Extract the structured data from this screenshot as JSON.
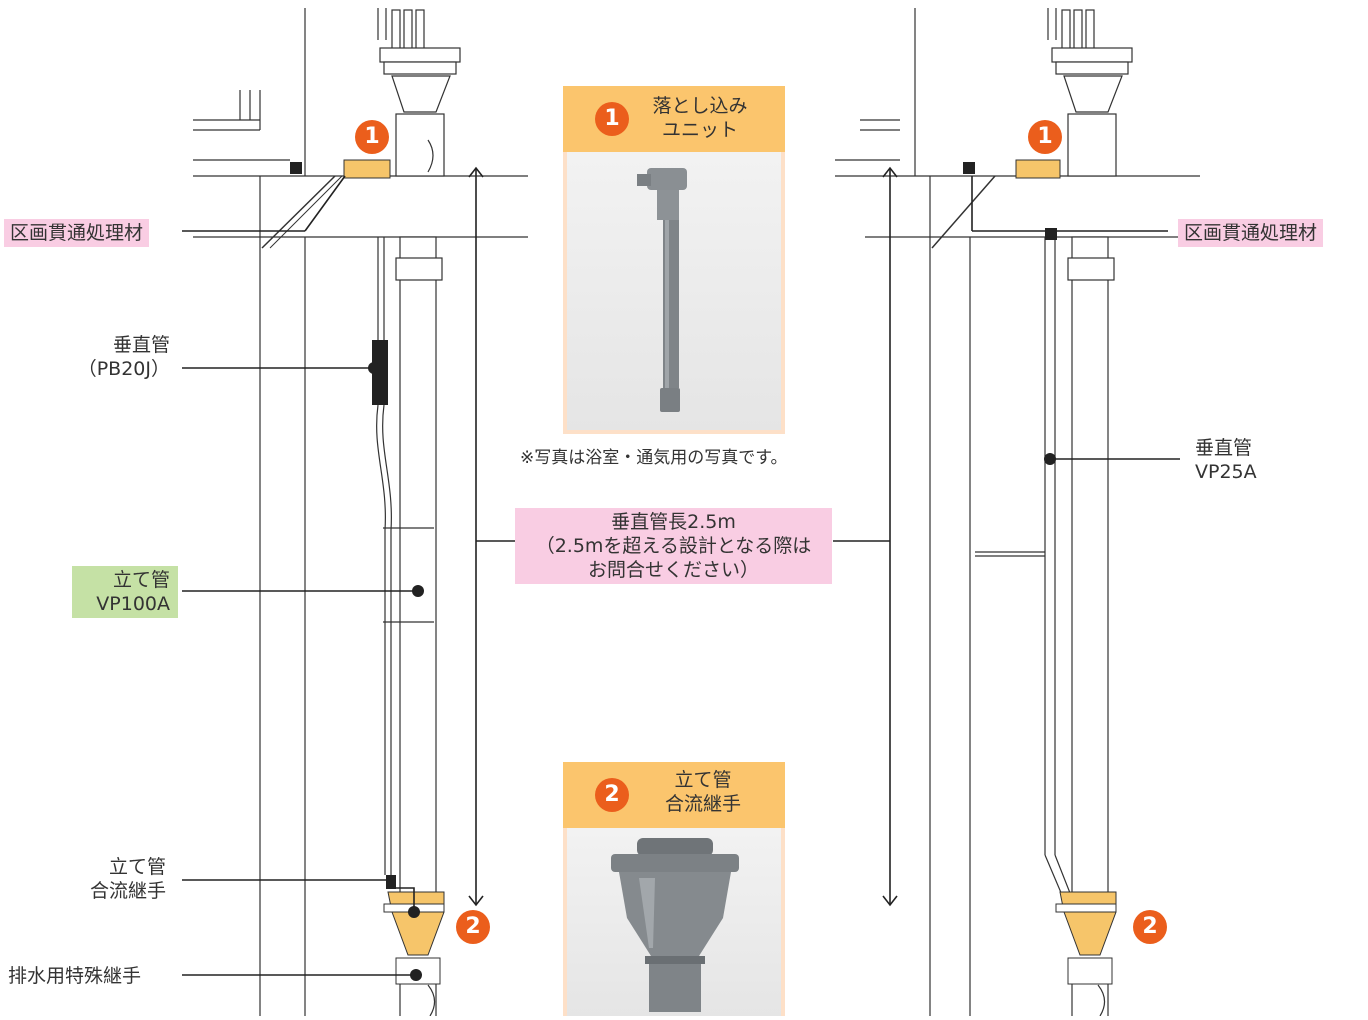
{
  "left_diagram": {
    "fire_penetration_label": "区画貫通処理材",
    "vertical_pipe_label": "垂直管\n（PB20J）",
    "riser_pipe_label": "立て管\nVP100A",
    "riser_joint_label": "立て管\n合流継手",
    "special_joint_label": "排水用特殊継手",
    "badge_1": "1",
    "badge_2": "2"
  },
  "right_diagram": {
    "fire_penetration_label": "区画貫通処理材",
    "vertical_pipe_label": "垂直管\nVP25A",
    "badge_1": "1",
    "badge_2": "2"
  },
  "card_drop_in": {
    "badge": "1",
    "title": "落とし込み\nユニット",
    "note": "※写真は浴室・通気用の写真です。"
  },
  "length_note": "垂直管長2.5m\n（2.5mを超える設計となる際は\nお問合せください）",
  "card_joint": {
    "badge": "2",
    "title": "立て管\n合流継手"
  },
  "colors": {
    "badge": "#eb5e1c",
    "card_header": "#fbc56d",
    "card_body": "#fde0c8",
    "pink_label": "#f9cde3",
    "green_label": "#c5e1a5",
    "fitting": "#f6c56a"
  }
}
